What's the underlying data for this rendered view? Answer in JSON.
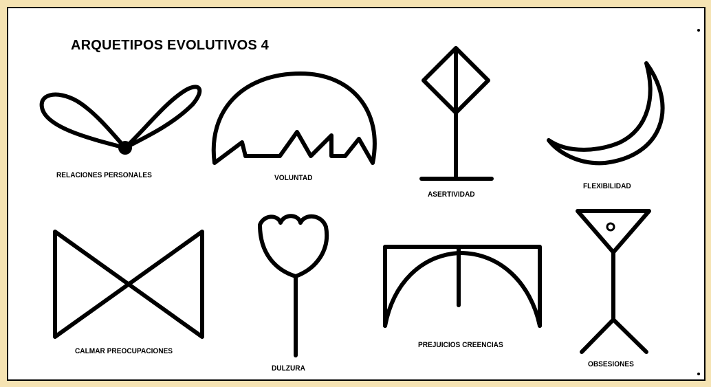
{
  "title": "ARQUETIPOS EVOLUTIVOS 4",
  "symbols": [
    {
      "label": "RELACIONES PERSONALES"
    },
    {
      "label": "VOLUNTAD"
    },
    {
      "label": "ASERTIVIDAD"
    },
    {
      "label": "FLEXIBILIDAD"
    },
    {
      "label": "CALMAR PREOCUPACIONES"
    },
    {
      "label": "DULZURA"
    },
    {
      "label": "PREJUICIOS CREENCIAS"
    },
    {
      "label": "OBSESIONES"
    }
  ]
}
